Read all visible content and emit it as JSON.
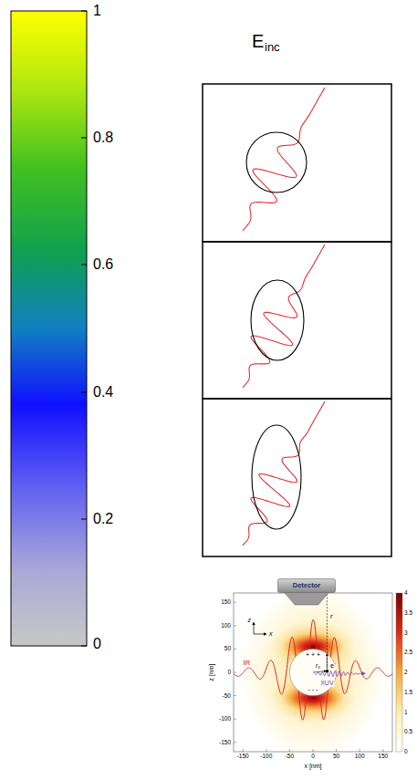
{
  "diagram": {
    "nodes": [
      {
        "text": [
          "Detector"
        ]
      }
    ],
    "labels": [
      "1",
      "0.8",
      "0.6",
      "0.4",
      "0.2",
      "0",
      "E",
      "inc",
      "z",
      "x",
      "150",
      "100",
      "50",
      "0",
      "-50",
      "-100",
      "-150",
      "-150",
      "-100",
      "-50",
      "0",
      "50",
      "100",
      "150",
      "z [nm]",
      "x [nm]",
      "4",
      "3.5",
      "3",
      "2.5",
      "2",
      "1.5",
      "1",
      "0.5",
      "0",
      "IR",
      "XUV",
      "e⁻",
      "r",
      "r₀",
      "+ + +",
      "- - -"
    ]
  }
}
